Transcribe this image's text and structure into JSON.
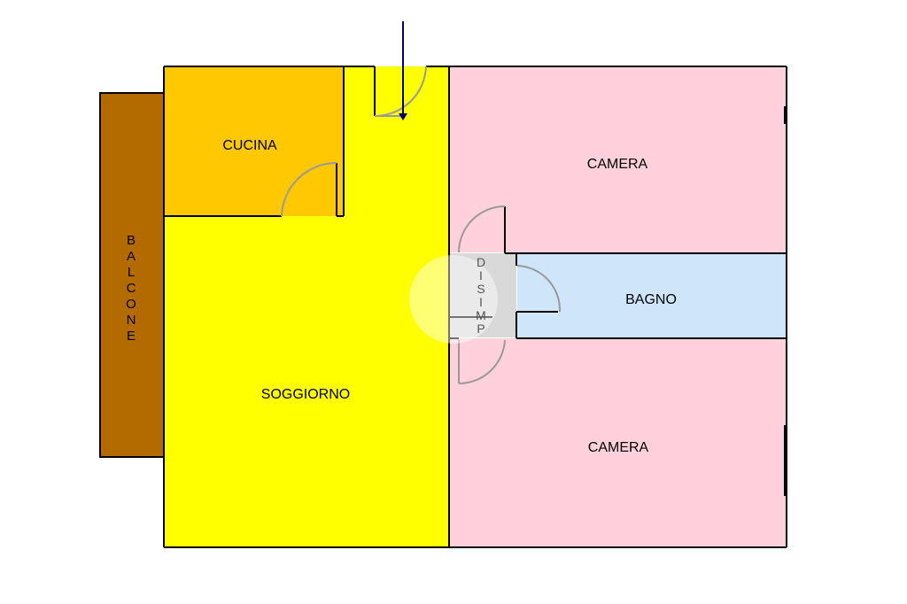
{
  "floorplan": {
    "rooms": {
      "cucina": {
        "label": "CUCINA"
      },
      "soggiorno": {
        "label": "SOGGIORNO"
      },
      "camera_top": {
        "label": "CAMERA"
      },
      "camera_bottom": {
        "label": "CAMERA"
      },
      "bagno": {
        "label": "BAGNO"
      },
      "balcone": {
        "letters": [
          "B",
          "A",
          "L",
          "C",
          "O",
          "N",
          "E"
        ]
      },
      "disimpegno": {
        "letters": [
          "D",
          "I",
          "S",
          "I",
          "M",
          "P"
        ]
      }
    },
    "colors": {
      "balcone": "#b36b00",
      "cucina": "#ffc800",
      "soggiorno": "#ffff00",
      "camera": "#ffd1dc",
      "bagno": "#cfe6fa",
      "disimpegno": "#d9d9d9",
      "wall": "#000000",
      "door": "#999999",
      "entrance_arrow": "#000066"
    }
  }
}
